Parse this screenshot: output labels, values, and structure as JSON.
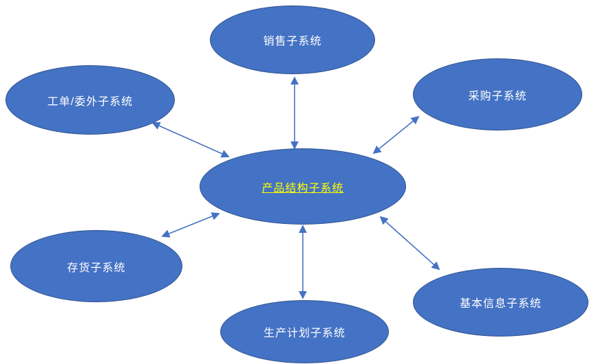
{
  "diagram": {
    "title": "",
    "center": {
      "label": "产品结构子系统"
    },
    "nodes": [
      {
        "id": "sales",
        "label": "销售子系统"
      },
      {
        "id": "workorder",
        "label": "工单/委外子系统"
      },
      {
        "id": "purchasing",
        "label": "采购子系统"
      },
      {
        "id": "inventory",
        "label": "存货子系统"
      },
      {
        "id": "production-plan",
        "label": "生产计划子系统"
      },
      {
        "id": "basic-info",
        "label": "基本信息子系统"
      }
    ],
    "connections": [
      {
        "from": "product-structure",
        "to": "sales",
        "style": "double-arrow"
      },
      {
        "from": "product-structure",
        "to": "workorder",
        "style": "double-arrow"
      },
      {
        "from": "product-structure",
        "to": "purchasing",
        "style": "double-arrow"
      },
      {
        "from": "product-structure",
        "to": "inventory",
        "style": "double-arrow"
      },
      {
        "from": "product-structure",
        "to": "production-plan",
        "style": "double-arrow"
      },
      {
        "from": "product-structure",
        "to": "basic-info",
        "style": "double-arrow"
      }
    ],
    "colors": {
      "node_fill": "#4472C4",
      "node_border": "#2F528F",
      "node_text": "#FFFFFF",
      "center_text": "#FFFF00",
      "arrow": "#4472C4",
      "background": "#FFFFFF"
    }
  }
}
